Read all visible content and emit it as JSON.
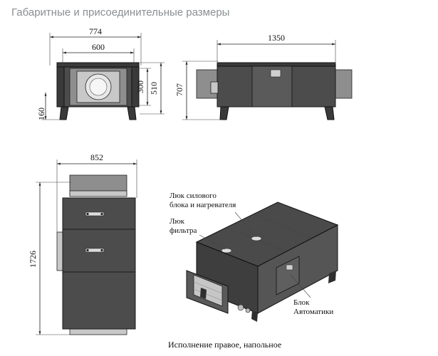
{
  "title": "Габаритные и присоединительные размеры",
  "front_view": {
    "dim_overall_width": "774",
    "dim_inner_width": "600",
    "dim_opening_height": "300",
    "dim_body_height": "510",
    "dim_leg_height": "160"
  },
  "side_view": {
    "dim_length": "1350",
    "dim_height": "707"
  },
  "vertical_view": {
    "dim_width": "852",
    "dim_height": "1726"
  },
  "iso_view": {
    "label_power_hatch": [
      "Люк силового",
      "блока и нагревателя"
    ],
    "label_filter_hatch": [
      "Люк",
      "фильтра"
    ],
    "label_control_block": [
      "Блок",
      "Автоматики"
    ],
    "caption": "Исполнение правое, напольное"
  },
  "colors": {
    "title": "#8a8f93",
    "body": "#4c4c4c",
    "outline": "#1a1a1a"
  }
}
